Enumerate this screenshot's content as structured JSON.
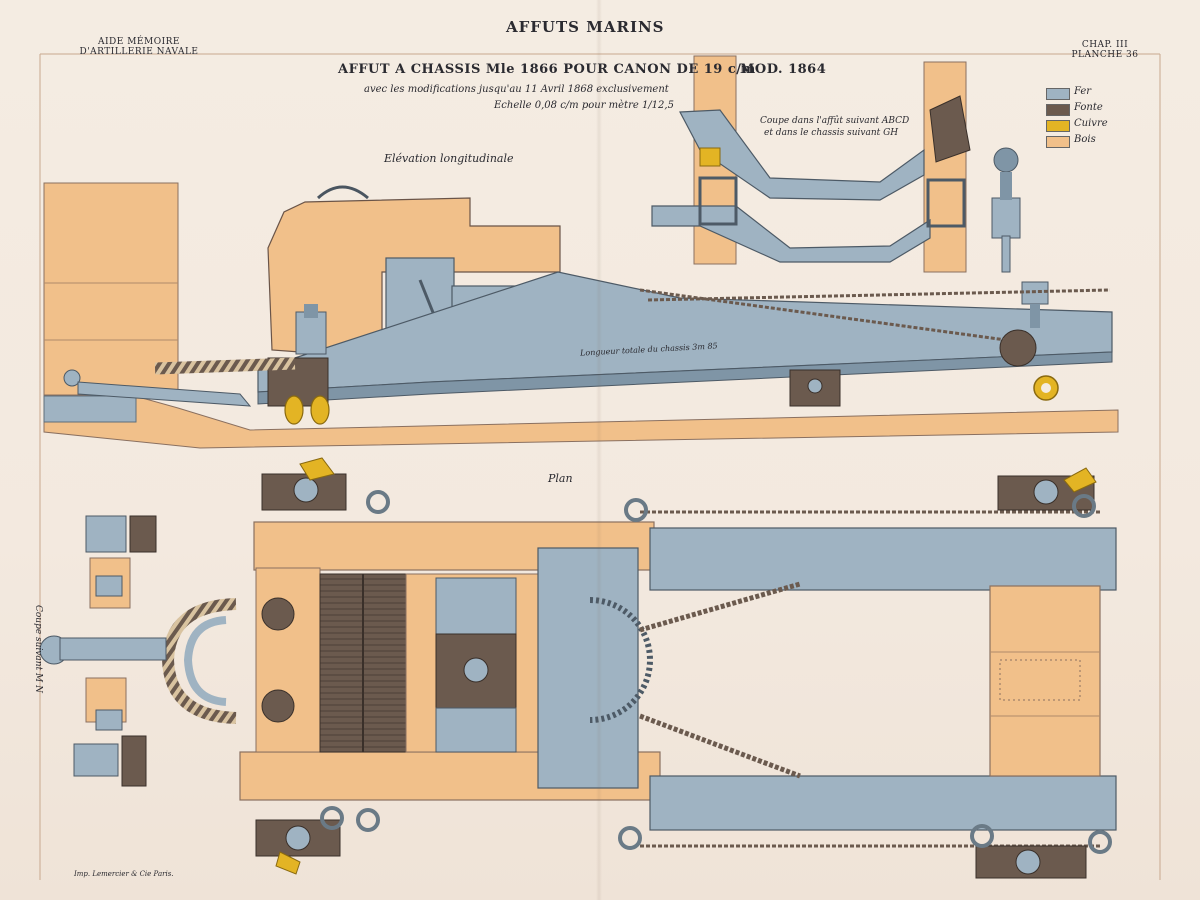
{
  "header": {
    "top_title": "AFFUTS MARINS",
    "left_corner_line1": "AIDE MÉMOIRE",
    "left_corner_line2": "D'ARTILLERIE NAVALE",
    "right_corner_line1": "CHAP. III",
    "right_corner_line2": "PLANCHE 36"
  },
  "titles": {
    "main": "AFFUT A CHASSIS Mle 1866 POUR CANON DE 19 c/m",
    "model": "MOD. 1864",
    "modifications": "avec les modifications jusqu'au 11 Avril 1868 exclusivement",
    "scale": "Echelle 0,08 c/m pour mètre 1/12,5"
  },
  "views": {
    "elevation_label": "Elévation longitudinale",
    "plan_label": "Plan",
    "section_label_line1": "Coupe dans l'affût suivant ABCD",
    "section_label_line2": "et dans le chassis suivant GH",
    "side_cut_label": "Coupe suivant M N",
    "length_note": "Longueur totale du chassis 3m 85"
  },
  "legend": [
    {
      "label": "Fer",
      "color": "#9fb3c2"
    },
    {
      "label": "Fonte",
      "color": "#6b5a4e"
    },
    {
      "label": "Cuivre",
      "color": "#e3b424"
    },
    {
      "label": "Bois",
      "color": "#f1c08a"
    }
  ],
  "imprint": "Imp. Lemercier & Cie Paris.",
  "palette": {
    "iron": "#9fb3c2",
    "iron_dark": "#7f95a6",
    "cast_iron": "#6b5a4e",
    "copper": "#e3b424",
    "wood": "#f1c08a",
    "wood_light": "#f5d6ad",
    "ink": "#2a2a30"
  }
}
